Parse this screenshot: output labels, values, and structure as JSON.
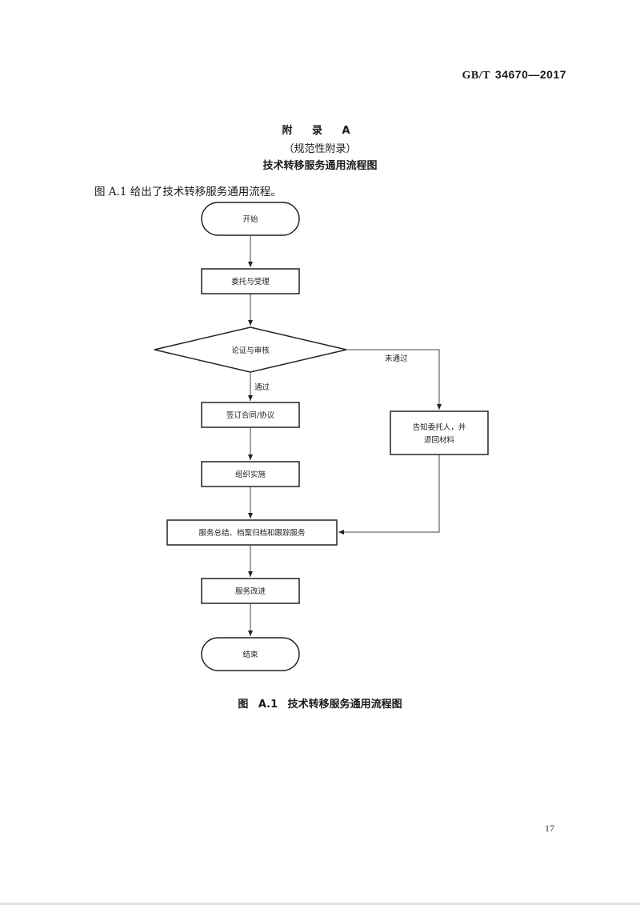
{
  "header": {
    "standard_prefix": "GB/T",
    "standard_number": "34670—2017"
  },
  "appendix": {
    "title": "附 录 A",
    "type": "（规范性附录）",
    "subtitle": "技术转移服务通用流程图"
  },
  "intro_text": "图 A.1 给出了技术转移服务通用流程。",
  "flowchart": {
    "nodes": {
      "start": "开始",
      "entrust": "委托与受理",
      "review": "论证与审核",
      "sign": "签订合同/协议",
      "implement": "组织实施",
      "notify_line1": "告知委托人，并",
      "notify_line2": "退回材料",
      "summary": "服务总结、档案归档和跟踪服务",
      "improve": "服务改进",
      "end": "结束"
    },
    "edge_labels": {
      "pass": "通过",
      "fail": "未通过"
    }
  },
  "caption": "图 A.1  技术转移服务通用流程图",
  "page_number": "17"
}
